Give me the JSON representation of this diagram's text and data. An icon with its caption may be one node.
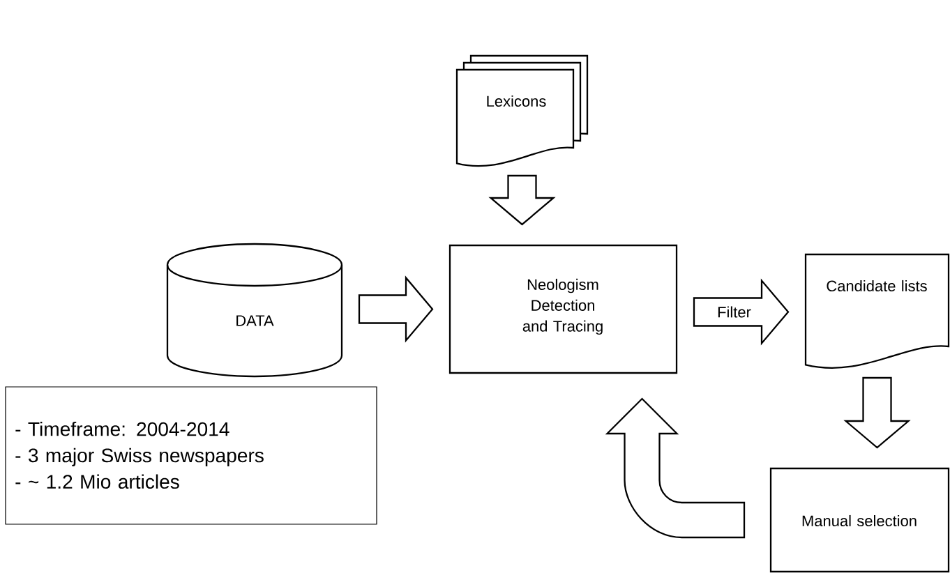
{
  "diagram": {
    "nodes": [
      {
        "text": [
          "Lexicons"
        ]
      },
      {
        "text": [
          "DATA"
        ]
      },
      {
        "text": [
          "Neologism Detection and Tracing"
        ]
      },
      {
        "text": [
          "Candidate lists"
        ]
      },
      {
        "text": [
          "Manual selection"
        ]
      },
      {
        "text": [
          "- Timeframe: 2004-2014",
          "- 3 major Swiss newspapers",
          "- ~ 1.2 Mio articles"
        ]
      }
    ],
    "edges": [
      {
        "from": 0,
        "to": 2,
        "arrow": "to"
      },
      {
        "from": 1,
        "to": 2,
        "arrow": "to"
      },
      {
        "from": 2,
        "to": 3,
        "arrow": "to",
        "label": "Filter"
      },
      {
        "from": 3,
        "to": 4,
        "arrow": "to"
      },
      {
        "from": 4,
        "to": 2,
        "arrow": "to"
      }
    ]
  }
}
